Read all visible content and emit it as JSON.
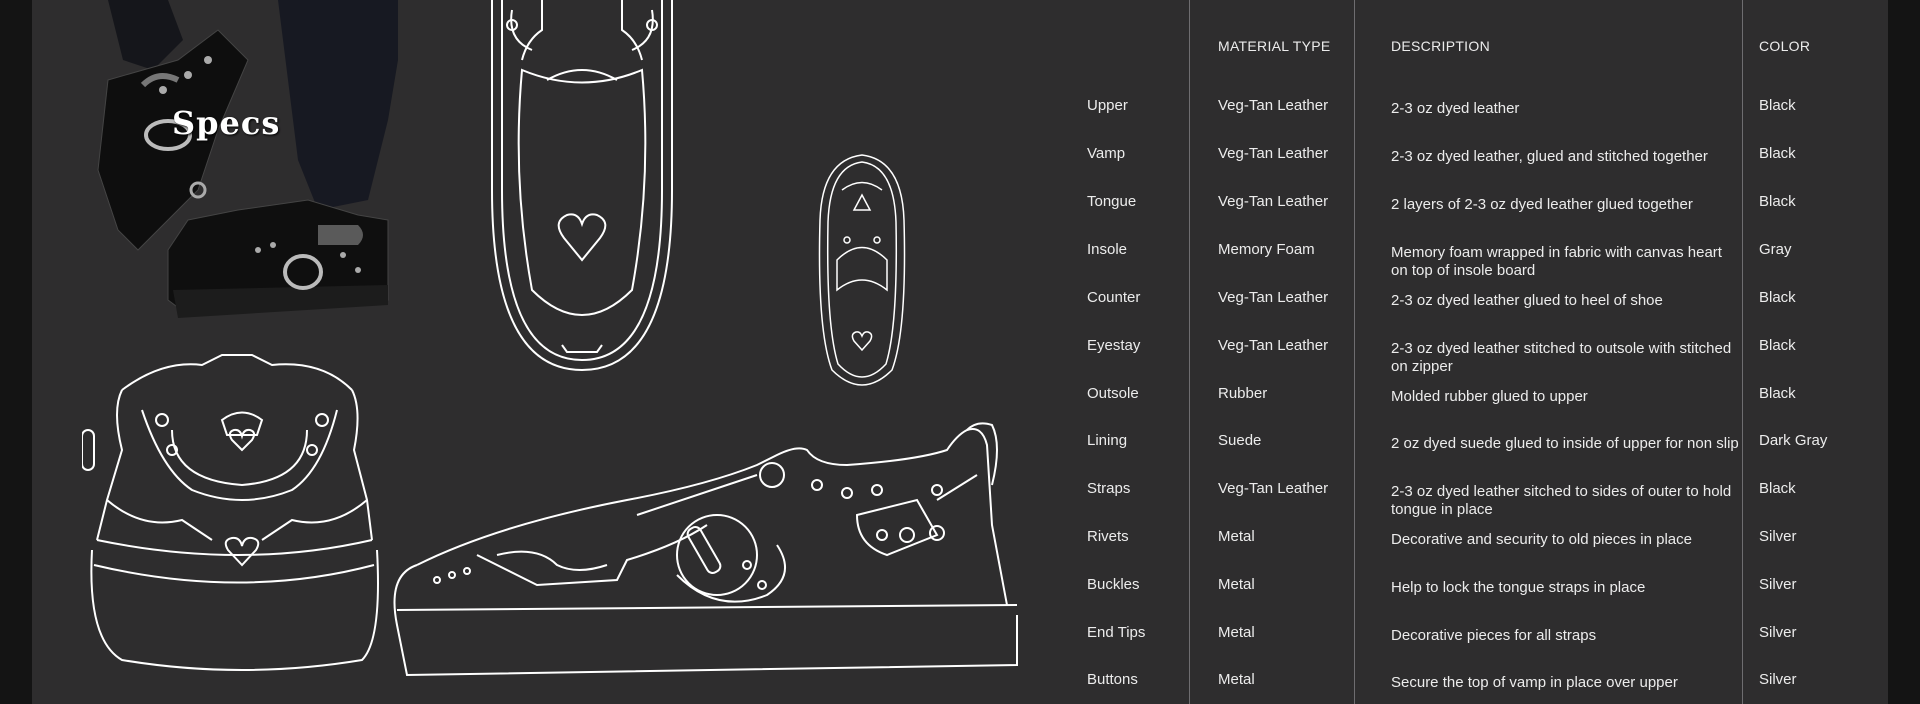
{
  "title": "Specs",
  "headers": {
    "material": "MATERIAL TYPE",
    "description": "DESCRIPTION",
    "color": "COLOR"
  },
  "rows": [
    {
      "component": "Upper",
      "material": "Veg-Tan Leather",
      "description": "2-3 oz dyed leather",
      "color": "Black"
    },
    {
      "component": "Vamp",
      "material": "Veg-Tan Leather",
      "description": "2-3 oz dyed leather, glued and stitched together",
      "color": "Black"
    },
    {
      "component": "Tongue",
      "material": "Veg-Tan Leather",
      "description": "2 layers of 2-3 oz dyed leather glued together",
      "color": "Black"
    },
    {
      "component": "Insole",
      "material": "Memory Foam",
      "description": "Memory foam wrapped in fabric with canvas heart on top of insole board",
      "color": "Gray"
    },
    {
      "component": "Counter",
      "material": "Veg-Tan Leather",
      "description": "2-3 oz dyed leather glued to heel of shoe",
      "color": "Black"
    },
    {
      "component": "Eyestay",
      "material": "Veg-Tan Leather",
      "description": "2-3 oz dyed leather stitched to outsole with stitched on zipper",
      "color": "Black"
    },
    {
      "component": "Outsole",
      "material": "Rubber",
      "description": "Molded rubber glued to upper",
      "color": "Black"
    },
    {
      "component": "Lining",
      "material": "Suede",
      "description": "2 oz dyed suede glued to inside of upper for non slip",
      "color": "Dark Gray"
    },
    {
      "component": "Straps",
      "material": "Veg-Tan Leather",
      "description": "2-3 oz dyed leather sitched to sides of outer to hold tongue in place",
      "color": "Black"
    },
    {
      "component": "Rivets",
      "material": "Metal",
      "description": "Decorative and security to old pieces in place",
      "color": "Silver"
    },
    {
      "component": "Buckles",
      "material": "Metal",
      "description": "Help to lock the tongue straps in place",
      "color": "Silver"
    },
    {
      "component": "End Tips",
      "material": "Metal",
      "description": "Decorative pieces for all straps",
      "color": "Silver"
    },
    {
      "component": "Buttons",
      "material": "Metal",
      "description": "Secure the top of vamp in place over upper",
      "color": "Silver"
    }
  ],
  "colors": {
    "background": "#2e2d2e",
    "frame": "#141414",
    "line": "#ffffff",
    "text": "#ececec",
    "divider": "#6e6d70"
  }
}
